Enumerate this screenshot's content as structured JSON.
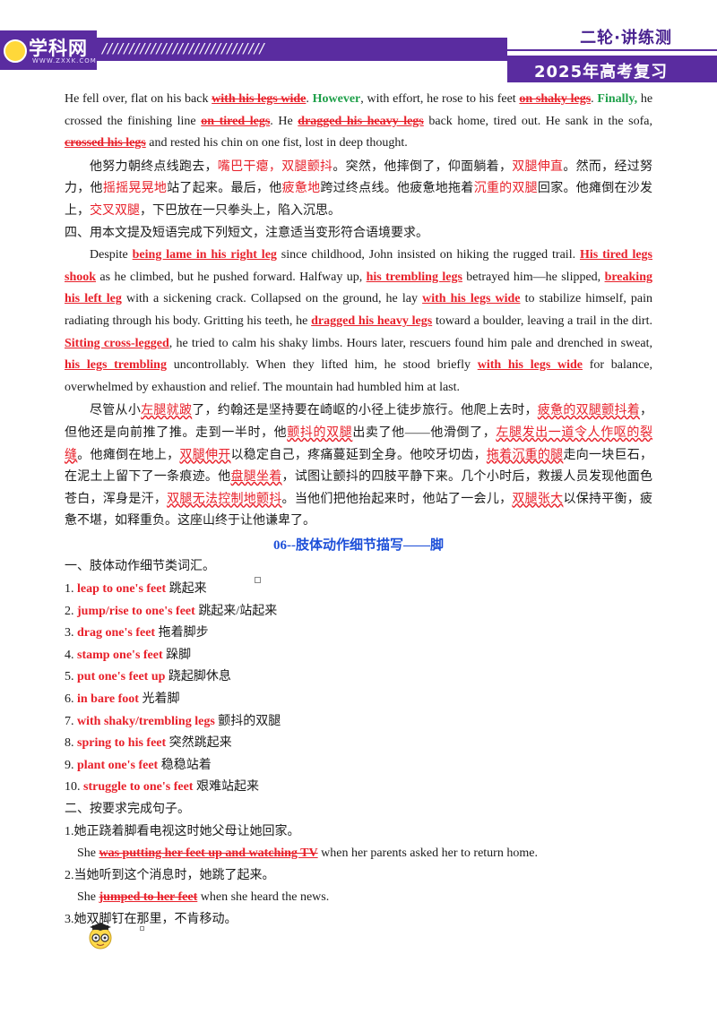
{
  "header": {
    "logo_name": "学科网",
    "logo_url": "WWW.ZXXK.COM",
    "stripes": "//////////////////////////////",
    "tag_top": "二轮·讲练测",
    "tag_bottom": "2025年高考复习"
  },
  "para1": {
    "s1": "He fell over, flat on his back ",
    "h1": "with his legs wide",
    "s2": ". ",
    "g1": "However",
    "s3": ", with effort, he rose to his feet ",
    "h2": "on shaky legs",
    "s4": ". ",
    "g2": "Finally,",
    "s5": " he crossed the finishing line ",
    "h3": "on tired legs",
    "s6": ". He ",
    "h4": "dragged his heavy legs",
    "s7": " back home, tired out. He sank in the sofa, ",
    "h5": "crossed his legs",
    "s8": " and rested his chin on one fist, lost in deep thought."
  },
  "para1_cn": {
    "s1": "他努力朝终点线跑去，",
    "h1": "嘴巴干瘪，双腿颤抖",
    "s2": "。突然，他摔倒了，仰面躺着，",
    "h2": "双腿伸直",
    "s3": "。然而，经过努力，他",
    "h3": "摇摇晃晃地",
    "s4": "站了起来。最后，他",
    "h4": "疲惫地",
    "s5": "跨过终点线。他疲惫地拖着",
    "h5": "沉重的双腿",
    "s6": "回家。他瘫倒在沙发上，",
    "h6": "交叉双腿",
    "s7": "，下巴放在一只拳头上，陷入沉思。"
  },
  "task4_heading": "四、用本文提及短语完成下列短文，注意适当变形符合语境要求。",
  "para2": {
    "s1": "Despite ",
    "h1": "being lame in his right leg",
    "s2": " since childhood, John insisted on hiking the rugged trail. ",
    "h2": "His tired legs shook",
    "s3": " as he climbed, but he pushed forward. Halfway up, ",
    "h3": "his trembling legs",
    "s4": " betrayed him—he slipped, ",
    "h4": "breaking his left leg",
    "s5": " with a sickening crack. Collapsed on the ground, he lay ",
    "h5": "with his legs wide",
    "s6": " to stabilize himself, pain radiating through his body. Gritting his teeth, he ",
    "h6": "dragged his heavy legs",
    "s7": " toward a boulder, leaving a trail in the dirt. ",
    "h7": "Sitting cross-legged",
    "s8": ", he tried to calm his shaky limbs. Hours later, rescuers found him pale and drenched in sweat, ",
    "h8": "his legs trembling",
    "s9": " uncontrollably. When they lifted him, he stood briefly ",
    "h9": "with his legs wide",
    "s10": " for balance, overwhelmed by exhaustion and relief. The mountain had humbled him at last."
  },
  "para2_cn": {
    "s1": "尽管从小",
    "h1": "左腿就跛",
    "s2": "了，约翰还是坚持要在崎岖的小径上徒步旅行。他爬上去时，",
    "h2": "疲惫的双腿颤抖着",
    "s3": "，但他还是向前推了推。走到一半时，他",
    "h3": "颤抖的双腿",
    "s4": "出卖了他——他滑倒了，",
    "h4": "左腿发出一道令人作呕的裂缝",
    "s5": "。他瘫倒在地上，",
    "h5": "双腿伸开",
    "s6": "以稳定自己，疼痛蔓延到全身。他咬牙切齿，",
    "h6": "拖着沉重的腿",
    "s7": "走向一块巨石，在泥土上留下了一条痕迹。他",
    "h7": "盘腿坐着",
    "s8": "，试图让颤抖的四肢平静下来。几个小时后，救援人员发现他面色苍白，浑身是汗，",
    "h8": "双腿无法控制地颤抖",
    "s9": "。当他们把他抬起来时，他站了一会儿，",
    "h9": "双腿张大",
    "s10": "以保持平衡，疲惫不堪，如释重负。这座山终于让他谦卑了。"
  },
  "section06": {
    "num": "06--",
    "title": "肢体动作细节描写——脚"
  },
  "part1_heading": "一、肢体动作细节类词汇。",
  "vocab": [
    {
      "n": "1. ",
      "en": "leap to one's feet",
      "cn": " 跳起来"
    },
    {
      "n": "2. ",
      "en": "jump/rise to one's feet",
      "cn": "  跳起来/站起来"
    },
    {
      "n": "3. ",
      "en": "drag one's feet",
      "cn": "  拖着脚步"
    },
    {
      "n": "4. ",
      "en": "stamp one's feet",
      "cn": "  跺脚"
    },
    {
      "n": "5. ",
      "en": "put one's feet up",
      "cn": "  跷起脚休息"
    },
    {
      "n": "6. ",
      "en": "in bare foot",
      "cn": "  光着脚"
    },
    {
      "n": "7. ",
      "en": "with shaky/trembling legs",
      "cn": " 颤抖的双腿"
    },
    {
      "n": "8. ",
      "en": "spring to his feet",
      "cn": " 突然跳起来"
    },
    {
      "n": "9. ",
      "en": "plant one's feet",
      "cn": "  稳稳站着"
    },
    {
      "n": "10. ",
      "en": "struggle to one's feet",
      "cn": " 艰难站起来"
    }
  ],
  "part2_heading": "二、按要求完成句子。",
  "q1": {
    "cn": "1.她正跷着脚看电视这时她父母让她回家。",
    "s1": "She ",
    "ans": "was putting her feet up and watching TV",
    "s2": "  when her parents asked her to return home."
  },
  "q2": {
    "cn": "2.当她听到这个消息时，她跳了起来。",
    "s1": "She ",
    "ans": "jumped to her feet",
    "s2": " when she heard the news."
  },
  "q3": {
    "cn": "3.她双脚钉在那里，不肯移动。"
  }
}
